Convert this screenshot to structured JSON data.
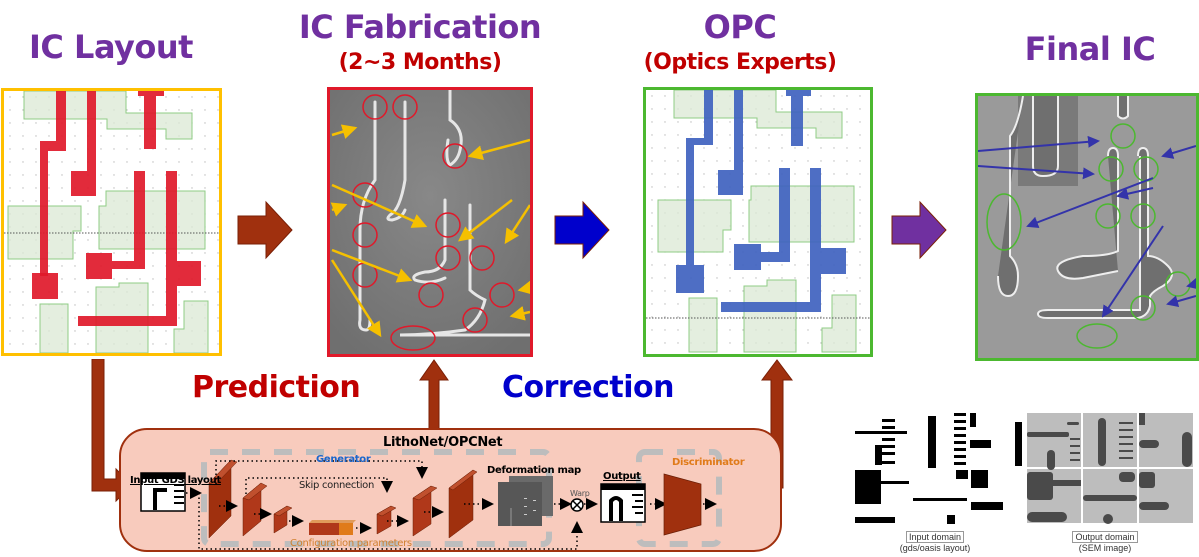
{
  "stages": [
    {
      "id": "layout",
      "title": "IC Layout",
      "subtitle": ""
    },
    {
      "id": "fabrication",
      "title": "IC Fabrication",
      "subtitle": "(2~3 Months)"
    },
    {
      "id": "opc",
      "title": "OPC",
      "subtitle": "(Optics Experts)"
    },
    {
      "id": "final",
      "title": "Final IC",
      "subtitle": ""
    }
  ],
  "flow_labels": {
    "prediction": "Prediction",
    "correction": "Correction"
  },
  "network": {
    "title": "LithoNet/OPCNet",
    "generator": "Generator",
    "discriminator": "Discriminator",
    "input": "Input GDS layout",
    "skip": "Skip connection",
    "config": "Configuration parameters",
    "deformation": "Deformation map",
    "warp": "Warp",
    "output": "Output"
  },
  "domains": {
    "input_label": "Input domain",
    "input_sub": "(gds/oasis layout)",
    "output_label": "Output domain",
    "output_sub": "(SEM image)"
  },
  "colors": {
    "title": "#7030a0",
    "subtitle": "#c00000",
    "prediction": "#c00000",
    "correction": "#0000cc",
    "layout_border": "#ffc000",
    "fab_border": "#e0192a",
    "opc_border": "#4cb830",
    "final_border": "#4cb830",
    "metal_red": "#e0192a",
    "metal_blue": "#4b6cc1",
    "arrow_brown": "#a0300e",
    "arrow_blue": "#0000cc",
    "arrow_purple": "#7030a0",
    "network_bg": "#f8cbbd",
    "block": "#a0300e",
    "config_orange": "#e07b1a"
  }
}
